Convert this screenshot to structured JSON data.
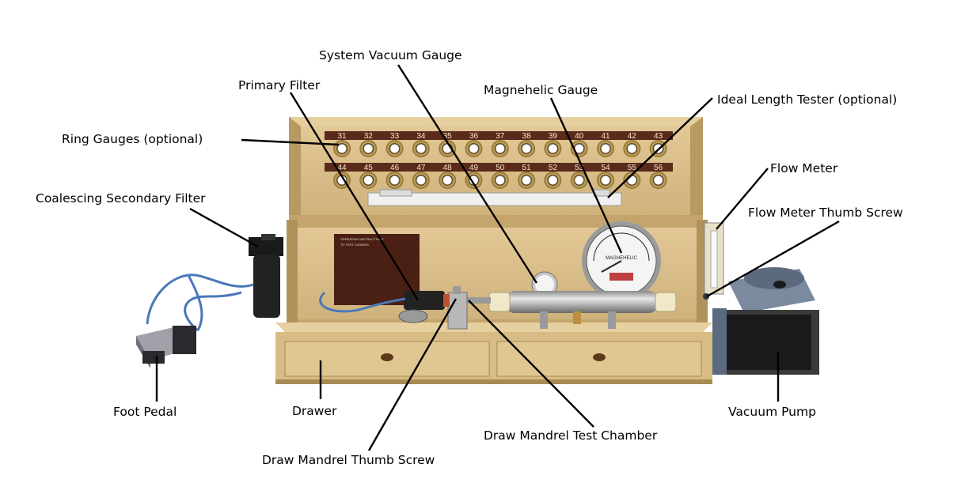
{
  "labels": {
    "system_vacuum_gauge": "System Vacuum Gauge",
    "primary_filter": "Primary Filter",
    "magnehelic_gauge": "Magnehelic Gauge",
    "ideal_length_tester": "Ideal Length Tester (optional)",
    "ring_gauges": "Ring Gauges (optional)",
    "flow_meter": "Flow Meter",
    "coalescing_secondary_filter": "Coalescing Secondary Filter",
    "flow_meter_thumb_screw": "Flow Meter Thumb Screw",
    "foot_pedal": "Foot Pedal",
    "drawer": "Drawer",
    "vacuum_pump": "Vacuum Pump",
    "draw_mandrel_test_chamber": "Draw Mandrel Test Chamber",
    "draw_mandrel_thumb_screw": "Draw Mandrel Thumb Screw"
  },
  "ring_gauges": {
    "row1": [
      "31",
      "32",
      "33",
      "34",
      "35",
      "36",
      "37",
      "38",
      "39",
      "40",
      "41",
      "42",
      "43"
    ],
    "row2": [
      "44",
      "45",
      "46",
      "47",
      "48",
      "49",
      "50",
      "51",
      "52",
      "53",
      "54",
      "55",
      "56"
    ]
  },
  "magnehelic_face_text": "MAGNEHELIC",
  "plaque_lines": [
    "OPERATING INSTRUCTIONS",
    "TO TEST CASINGS",
    "..."
  ],
  "colors": {
    "wood": "#dcc08c",
    "wood_dark": "#b89a62",
    "strip": "#5a2a1c",
    "plaque": "#4a1f14",
    "pump_blue": "#6a7c95"
  }
}
